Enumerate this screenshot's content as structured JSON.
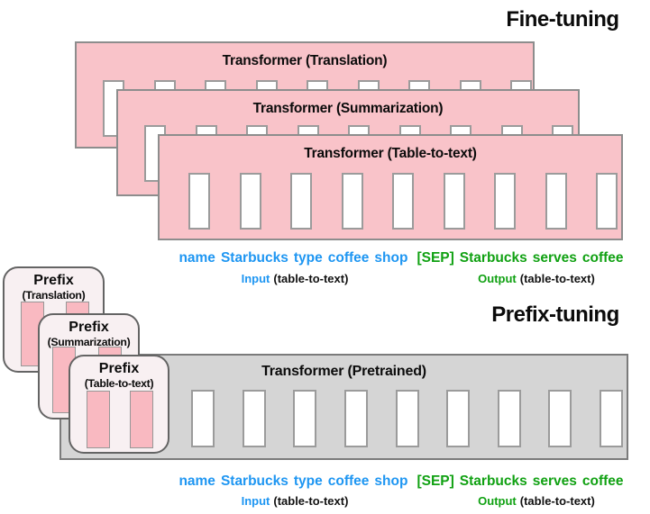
{
  "titles": {
    "fine_tuning": "Fine-tuning",
    "prefix_tuning": "Prefix-tuning"
  },
  "fine_boxes": [
    {
      "label": "Transformer (Translation)",
      "slots": 9
    },
    {
      "label": "Transformer (Summarization)",
      "slots": 9
    },
    {
      "label": "Transformer (Table-to-text)",
      "slots": 9
    }
  ],
  "pretrained_box": {
    "label": "Transformer (Pretrained)",
    "slots": 9
  },
  "prefix_boxes": [
    {
      "title": "Prefix",
      "subtitle": "(Translation)",
      "bars": 2
    },
    {
      "title": "Prefix",
      "subtitle": "(Summarization)",
      "bars": 2
    },
    {
      "title": "Prefix",
      "subtitle": "(Table-to-text)",
      "bars": 2
    }
  ],
  "token_row": {
    "input_tokens": [
      "name",
      "Starbucks",
      "type",
      "coffee",
      "shop"
    ],
    "output_tokens": [
      "[SEP]",
      "Starbucks",
      "serves",
      "coffee"
    ],
    "input_label": "Input",
    "output_label": "Output",
    "task_suffix": "(table-to-text)"
  },
  "colors": {
    "input_blue": "#1e96f2",
    "output_green": "#10a112",
    "box_pink": "#f9c3c9",
    "bar_pink": "#f9b9c1",
    "gray_box": "#d5d5d5",
    "prefix_box_bg": "#f8f0f2"
  }
}
